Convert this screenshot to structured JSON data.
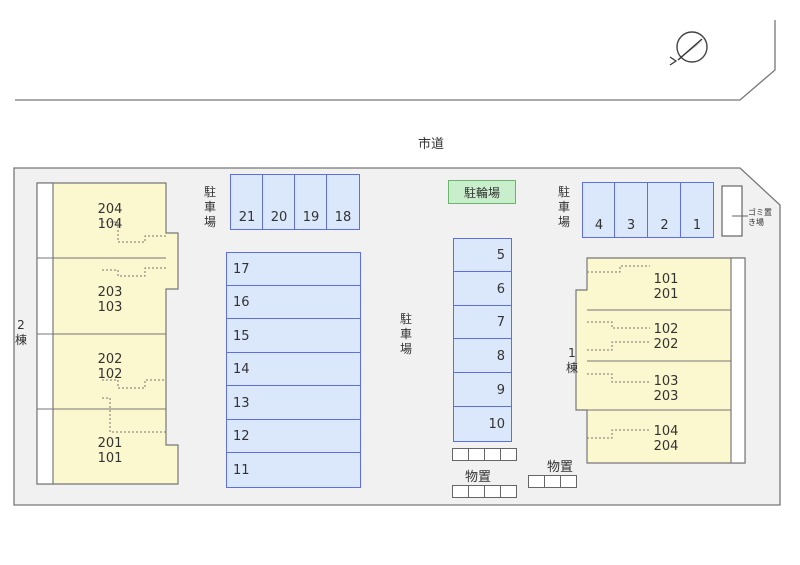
{
  "road_label": "市道",
  "bike_parking": "駐輪場",
  "parking_label": "駐車場",
  "building_left": "2棟",
  "building_right": "1棟",
  "storage_label": "物置",
  "trash_label": "ゴミ置き場",
  "left_building_units": [
    {
      "upper": "204",
      "lower": "104"
    },
    {
      "upper": "203",
      "lower": "103"
    },
    {
      "upper": "202",
      "lower": "102"
    },
    {
      "upper": "201",
      "lower": "101"
    }
  ],
  "right_building_units": [
    {
      "upper": "101",
      "lower": "201"
    },
    {
      "upper": "102",
      "lower": "202"
    },
    {
      "upper": "103",
      "lower": "203"
    },
    {
      "upper": "104",
      "lower": "204"
    }
  ],
  "top_left_spaces": [
    "21",
    "20",
    "19",
    "18"
  ],
  "top_right_spaces": [
    "4",
    "3",
    "2",
    "1"
  ],
  "left_spaces": [
    "17",
    "16",
    "15",
    "14",
    "13",
    "12",
    "11"
  ],
  "center_spaces": [
    "5",
    "6",
    "7",
    "8",
    "9",
    "10"
  ],
  "colors": {
    "building": "#fbf7cf",
    "parking": "#dbe7fb",
    "parking_border": "#5d6ee6",
    "bike": "#c9eecb",
    "bike_border": "#6bb56f",
    "lot": "#f1f1f1"
  }
}
